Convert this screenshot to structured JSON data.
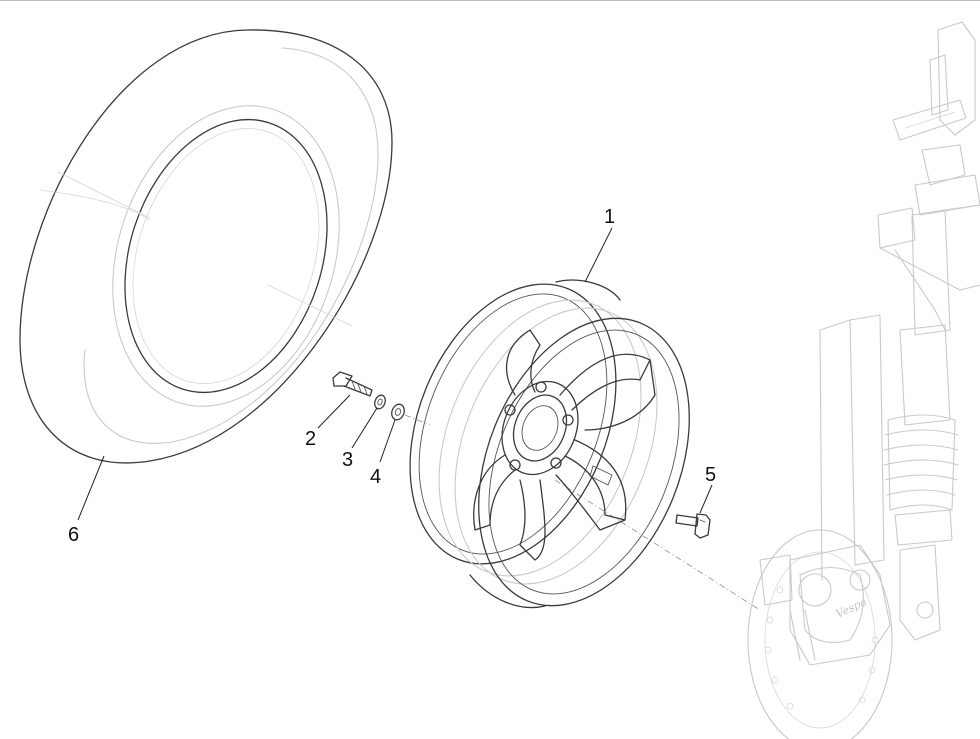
{
  "callouts": [
    {
      "id": "1",
      "label": "1"
    },
    {
      "id": "2",
      "label": "2"
    },
    {
      "id": "3",
      "label": "3"
    },
    {
      "id": "4",
      "label": "4"
    },
    {
      "id": "5",
      "label": "5"
    },
    {
      "id": "6",
      "label": "6"
    }
  ],
  "logo_text": "Vespa"
}
